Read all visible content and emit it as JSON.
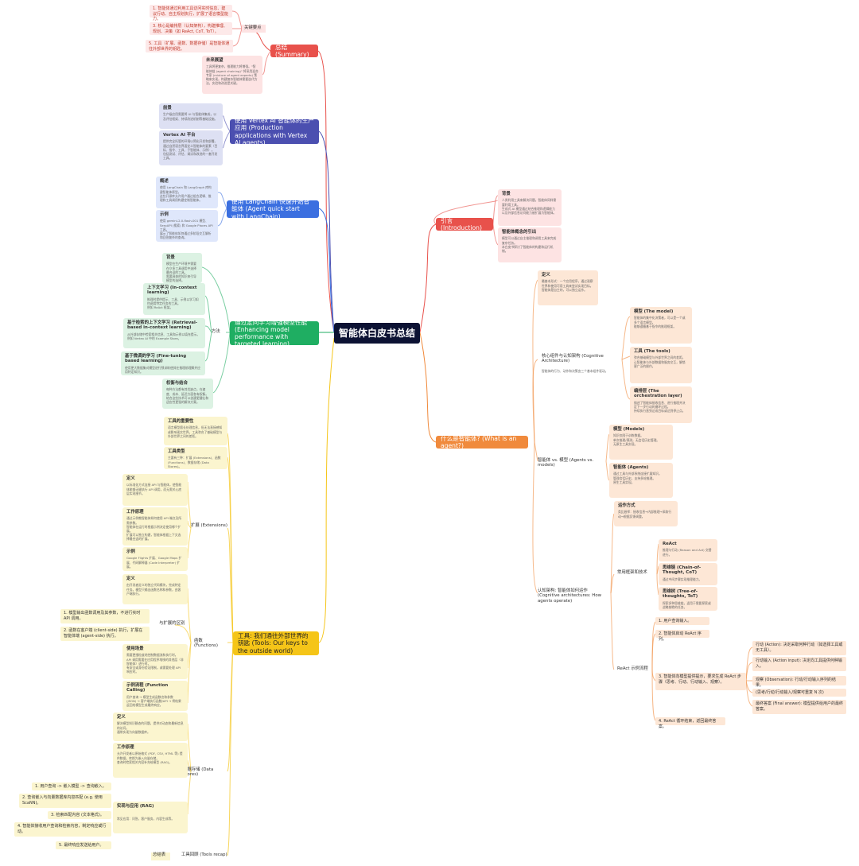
{
  "root": {
    "title": "智能体白皮书总结"
  },
  "colors": {
    "red": "#e8514b",
    "orange": "#f08a3c",
    "violet": "#4b4fb0",
    "blue": "#3b6fe0",
    "green": "#1fae62",
    "yellow": "#f5c518",
    "root": "#0c1233"
  },
  "summary": {
    "label": "总结 (Summary)",
    "key_points_label": "关键要点",
    "points": [
      "1. 智能体通过利用工具访问实时信息、建议行动、自主规划执行，扩展了语言模型能力。",
      "3. 核心是编排层（认知架构），构建推理、规划、决策（如 ReAct, CoT, ToT）。",
      "5. 工具（扩展、函数、数据存储）是智能体通往外部世界的钥匙。"
    ],
    "future_title": "未来展望",
    "future_body": "工具将更复杂，推理能力将增强。\"智能体链 (agent chaining)\" 将采用混合专家 (mixture of agent experts) 策略来实现。构建复杂智能体需要迭代方法，实验和改进是关键。"
  },
  "vertex": {
    "label": "使用 Vertex AI 智能体的生产应用 (Production applications with Vertex AI agents)",
    "cards": [
      {
        "title": "前景",
        "body": "生产级应用需要将 UI 与智能体集成，以及评估框架、持续改进机制等基础设施。<br>"
      },
      {
        "title": "Vertex AI 平台",
        "body": "提供完全托管的环境以简化开发和部署。<br>通过自然语言界面定义智能体的要素（目标、指令、工具、子智能体、示例）。<br>包括测试、评估、调试和改进的一套开发工具。"
      }
    ]
  },
  "langchain": {
    "label": "使用 LangChain 快速开始智能体 (Agent quick start with LangChain)",
    "cards": [
      {
        "title": "概述",
        "body": "使用 LangChain 和 LangGraph 库构建智能体原型。<br>这些开源库允许用户通过组合逻辑、推理和工具调用构建定制智能体。<br>"
      },
      {
        "title": "示例",
        "body": "使用 gemini-2.0-flash-001 模型、SerpAPI (搜索) 和 Google Places API 工具。<br>展示了智能体如何通过多阶段交互解析和回答复杂的查询。<br>"
      }
    ]
  },
  "learning": {
    "label": "通过定向学习增强模型性能 (Enhancing model performance with targeted learning)",
    "methods_label": "方法",
    "bg_title": "背景",
    "bg_body": "模型在生产环境中需要在众多工具调用中选择最合适的工具。<br>需要具体的知识来引导模型的选择。<br>",
    "methods": [
      {
        "title": "上下文学习 (In-context learning)",
        "body": "推理时提供提示、工具、示例以学习如何调用特定任务的工具。<br>例如 ReAct 框架。"
      },
      {
        "title": "基于检索的上下文学习 (Retrieval-based in-context learning)",
        "body": "从外部存储中检索相关信息、工具和示例以填充提示。<br>例如 Vertex AI 中的 Example Store。"
      },
      {
        "title": "基于微调的学习 (Fine-tuning based learning)",
        "body": "使用更大数据集对模型进行预训练使其在推理前理解并应用特定知识。<br>"
      }
    ],
    "tradeoff_title": "权衡与结合",
    "tradeoff_body": "每种方法都有其优缺点，在速度、成本、延迟方面各有权衡。<br>结合这些技术可以创建更健壮和适应性更强的解决方案。<br>"
  },
  "tools": {
    "label": "工具: 我们通往外部世界的钥匙 (Tools: Our keys to the outside world)",
    "importance_title": "工具的重要性",
    "importance_body": "语言模型擅长处理信息，但无法直接感知或影响现实世界。工具弥合了基础模型与外部世界之间的差距。<br>",
    "types_title": "工具类型",
    "types_body": "主要有三种：扩展 (Extensions)、函数 (Functions)、数据存储 (Data Stores)。",
    "extensions": {
      "label": "扩展 (Extensions)",
      "def_title": "定义",
      "def_body": "以标准化方式连接 API 与智能体，使智能体能够无缝执行 API 调用，而无需关心底层实现细节。<br>",
      "how_title": "工作原理",
      "how_body": "通过示例教智能体如何使用 API 端点及所需参数。<br>智能体在运行时根据示例决定使用哪个扩展。<br>扩展可以独立构建，智能体根据上下文选择最合适的扩展。",
      "ex_title": "示例",
      "ex_body": "Google Flights 扩展、Google Maps 扩展、代码解释器 (Code Interpreter) 扩展。<br>"
    },
    "functions": {
      "label": "函数 (Functions)",
      "def_title": "定义",
      "def_body": "由开发者定义的独立代码模块，完成特定任务。模型只输出函数名称和参数，由客户端执行。<br>",
      "diff_label": "与扩展的区别",
      "diffs": [
        "1. 模型输出函数调用及其参数，不进行实时 API 调用。",
        "2. 函数在客户端 (client-side) 执行，扩展在智能体端 (agent-side) 执行。"
      ],
      "use_title": "使用场景",
      "use_body": "需要更细粒度地控制数据流和执行时。<br>API 调用需要在应用程序堆栈的其他层（非智能体）进行时。<br>有安全或身份验证限制，或需要处理 API 响应时。",
      "flow_title": "示例流程 (Function Calling)",
      "flow_body": "用户查询 → 模型生成函数名和参数 (JSON) → 客户端执行函数/API → 将结果返回给模型生成最终响应。<br>"
    },
    "datastores": {
      "label": "数据存储 (Data Stores)",
      "def_title": "定义",
      "def_body": "解决模型知识静态的问题，提供对动态和最新信息的访问。<br>通常实现为向量数据库。<br>",
      "how_title": "工作原理",
      "how_body": "允许开发者以原始格式 (PDF, CSV, HTML 等) 提供数据，转换为嵌入向量存储。<br>查询时检索相关内容补充给模型 (RAG)。",
      "rag_label": "实现与应用 (RAG)",
      "rag_steps": [
        "1. 用户查询 -> 嵌入模型 -> 查询嵌入。",
        "2. 查询嵌入与向量数据库内容匹配 (e.g. 使用 ScaNN)。",
        "3. 检索匹配内容 (文本格式)。",
        "4. 智能体接收用户查询和检索内容，制定响应或行动。",
        "5. 最终响应发送给用户。"
      ],
      "rag_title": "",
      "rag_body": "常见应用：问答，客户服务，内容生成等。<br>"
    },
    "recap_label": "工具回顾 (Tools recap)",
    "recap_tag": "总结表"
  },
  "intro": {
    "label": "引言 (Introduction)",
    "bg_title": "背景",
    "bg_body": "人类利用工具来解决问题。智能体同样需要利用工具。<br>生成式 AI 模型通过结合推理和逻辑能力以及外部信息访问能力被扩展为智能体。<br>",
    "nec_title": "智能体概念的引出",
    "nec_body": "模型可以通过自主推理和调用工具来完成复杂任务。<br>本白皮书探讨了智能体的构建和运行机制。<br>"
  },
  "what": {
    "label": "什么是智能体? (What is an agent?)",
    "def_title": "定义",
    "def_body": "最基本形式：一个应用程序，通过观察世界和使用可用工具来尝试实现目标。<br>智能体是自主的，可以独立运作。<br>",
    "arch_label": "核心组件与认知架构 (Cognitive Architecture)",
    "arch_body": "智能体的行为、动作和决策由三个基本组件驱动。<br>",
    "components": [
      {
        "title": "模型 (The model)",
        "body": "智能体的集中化决策者，可以是一个或多个语言模型。<br>能够遵循基于指令的推理框架。"
      },
      {
        "title": "工具 (The tools)",
        "body": "弥合基础模型与外部世界之间的差距。<br>让智能体与外部数据和服务交互，解锁更广泛的操作。<br>"
      },
      {
        "title": "编排层 (The orchestration layer)",
        "body": "描述了智能体接收信息、进行推理并决定下一步行动的循环过程。<br>持续执行直到达成目标或达到停止点。"
      }
    ],
    "vs_label": "智能体 vs. 模型 (Agents vs. models)",
    "vs_cards": [
      {
        "title": "模型 (Models)",
        "body": "知识仅限于训练数据。<br>单次推理/预测，无会话历史管理。<br>无原生工具实现。"
      },
      {
        "title": "智能体 (Agents)",
        "body": "通过工具与外部系统连接扩展知识。<br>管理会话历史，支持多轮推理。<br>原生工具实现。"
      }
    ],
    "how_label": "认知架构: 智能体如何运作 (Cognitive architectures: How agents operate)",
    "analogy_title": "运作方式",
    "analogy_body": "类比厨师：接收信息→内部推理→采取行动→根据反馈调整。<br>",
    "frameworks_label": "常用框架和技术",
    "frameworks": [
      {
        "title": "ReAct",
        "body": "推理与行动 (Reason and Act) 交替进行。<br>"
      },
      {
        "title": "思维链 (Chain-of-Thought, CoT)",
        "body": "通过中间步骤实现推理能力。"
      },
      {
        "title": "思维树 (Tree-of-thoughts, ToT)",
        "body": "探索多种思维链，适用于需要探索或战略前瞻的任务。<br>"
      }
    ],
    "react_label": "ReAct 示例流程",
    "react_steps": [
      "1. 用户查询输入。",
      "2. 智能体启动 ReAct 序列。",
      "3. 智能体向模型提供提示，要求生成 ReAct 步骤（思考、行动、行动输入、观察）。",
      "4. ReAct 循环结束，返回最终答案。"
    ],
    "react_sub": [
      "行动 (Action): 决定采取何种行动（如选择工具或无工具）。",
      "行动输入 (Action input): 决定向工具提供何种输入。",
      "观察 (Observation): 行动/行动输入序列的结果。",
      "(思考/行动/行动输入/观察可重复 N 次)",
      "最终答案 (Final answer): 模型提供给用户的最终答案。"
    ]
  }
}
